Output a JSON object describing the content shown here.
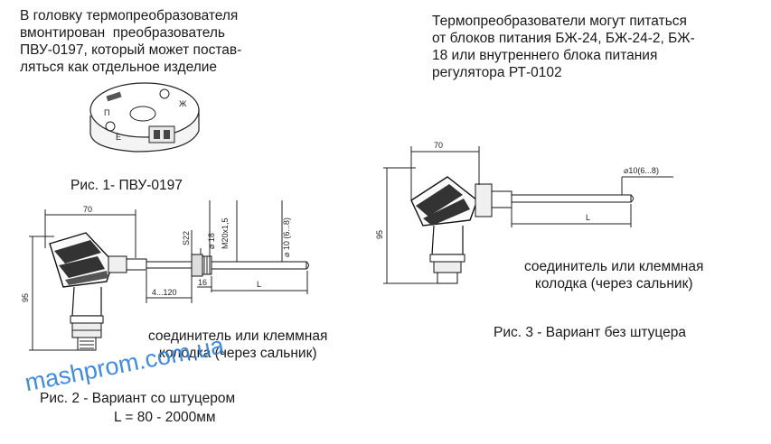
{
  "texts": {
    "top_left": "В головку термопреобразователя\nвмонтирован  преобразователь\nПВУ-0197, который может постав-\nляться как отдельное изделие",
    "top_right": "Термопреобразователи могут питаться\nот блоков питания БЖ-24, БЖ-24-2, БЖ-\n18 или внутреннего блока питания\nрегулятора РТ-0102"
  },
  "captions": {
    "fig1": "Рис. 1- ПВУ-0197",
    "fig2": "Рис. 2 - Вариант со штуцером",
    "fig2_length": "L = 80 - 2000мм",
    "fig3": "Рис. 3 - Вариант без штуцера",
    "connector_left": "соединитель или клеммная\nколодка (через сальник)",
    "connector_right": "соединитель или клеммная\nколодка (через сальник)"
  },
  "fig1": {
    "letters": [
      "П",
      "Е",
      "Ж"
    ]
  },
  "fig2": {
    "dims": {
      "width": "70",
      "height": "95",
      "s22": "S22",
      "d18": "⌀ 18",
      "thread": "M20x1,5",
      "d10": "⌀ 10 (6...8)",
      "len_range": "4...120",
      "l16": "16",
      "L": "L"
    }
  },
  "fig3": {
    "dims": {
      "width": "70",
      "height": "95",
      "d10": "⌀10(6...8)",
      "L": "L"
    }
  },
  "watermark": "mashprom.com.ua"
}
